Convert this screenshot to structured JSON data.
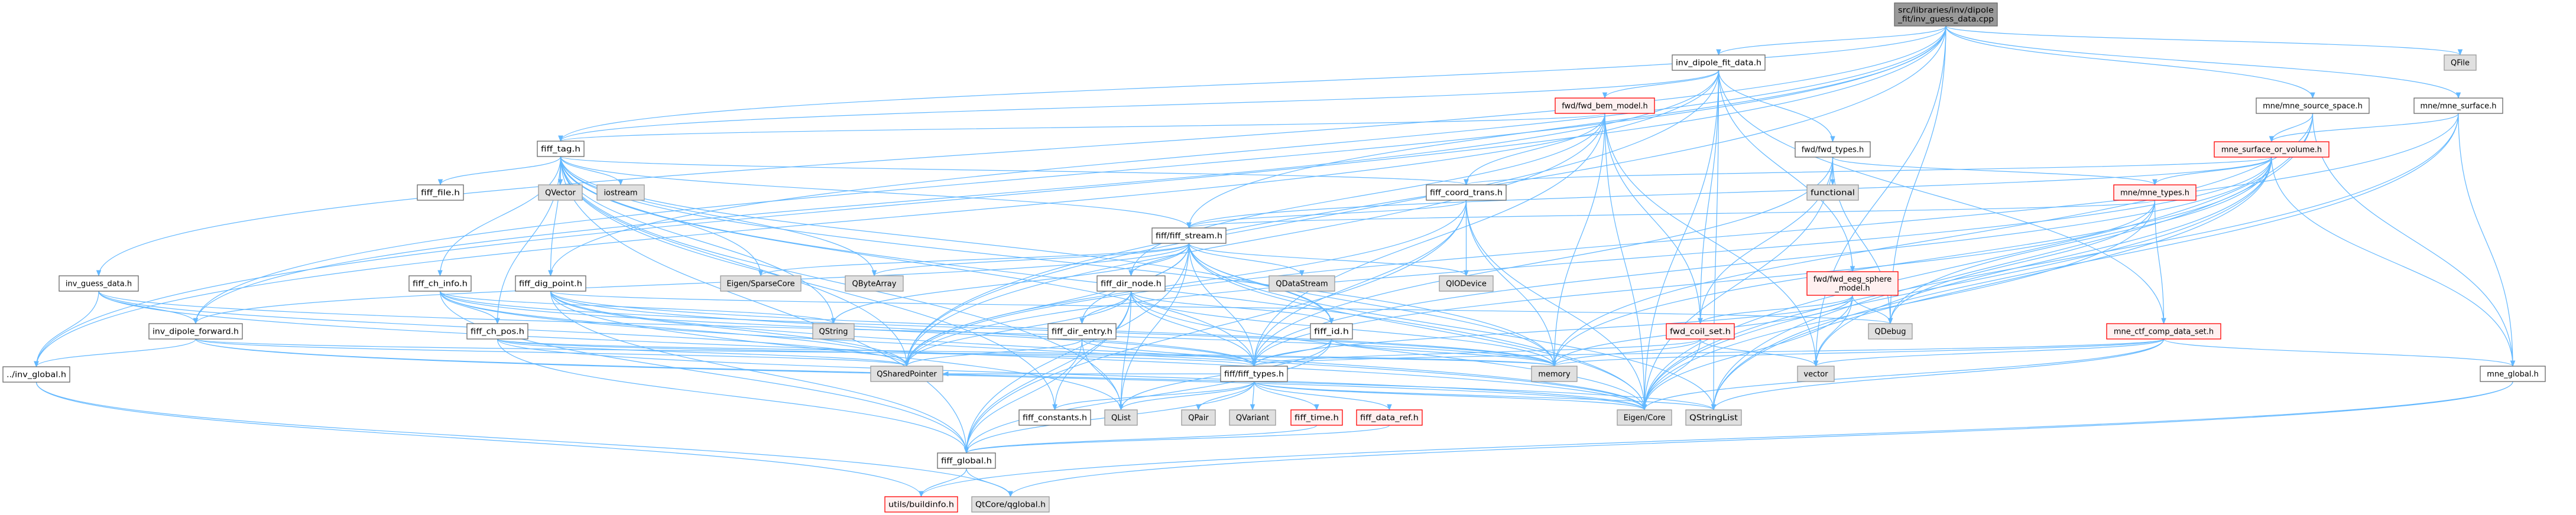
{
  "colors": {
    "edge": "#63b8ff",
    "file_fill": "#ffffff",
    "file_border": "#666666",
    "external_fill": "#e0e0e0",
    "external_border": "#999999",
    "missing_fill": "#fff0f0",
    "missing_border": "#ff0000",
    "root_fill": "#999999",
    "root_border": "#666666"
  },
  "nodes": [
    {
      "id": "root",
      "lines": [
        "src/libraries/inv/dipole",
        "_fit/inv_guess_data.cpp"
      ],
      "style": "root"
    },
    {
      "id": "inv_dipole_fit_data",
      "lines": [
        "inv_dipole_fit_data.h"
      ],
      "style": "file"
    },
    {
      "id": "fwd_bem_model",
      "lines": [
        "fwd/fwd_bem_model.h"
      ],
      "style": "missing"
    },
    {
      "id": "fwd_types",
      "lines": [
        "fwd/fwd_types.h"
      ],
      "style": "file"
    },
    {
      "id": "functional",
      "lines": [
        "functional"
      ],
      "style": "external"
    },
    {
      "id": "fiff_coord_trans",
      "lines": [
        "fiff_coord_trans.h"
      ],
      "style": "file"
    },
    {
      "id": "fiff_tag",
      "lines": [
        "fiff_tag.h"
      ],
      "style": "file"
    },
    {
      "id": "fiff_file",
      "lines": [
        "fiff_file.h"
      ],
      "style": "file"
    },
    {
      "id": "QVector",
      "lines": [
        "QVector"
      ],
      "style": "external"
    },
    {
      "id": "iostream",
      "lines": [
        "iostream"
      ],
      "style": "external"
    },
    {
      "id": "inv_guess_data",
      "lines": [
        "inv_guess_data.h"
      ],
      "style": "file"
    },
    {
      "id": "inv_dipole_forward",
      "lines": [
        "inv_dipole_forward.h"
      ],
      "style": "file"
    },
    {
      "id": "inv_global",
      "lines": [
        "../inv_global.h"
      ],
      "style": "file"
    },
    {
      "id": "fiff_ch_info",
      "lines": [
        "fiff_ch_info.h"
      ],
      "style": "file"
    },
    {
      "id": "fiff_dig_point",
      "lines": [
        "fiff_dig_point.h"
      ],
      "style": "file"
    },
    {
      "id": "fiff_ch_pos",
      "lines": [
        "fiff_ch_pos.h"
      ],
      "style": "file"
    },
    {
      "id": "fiff_stream",
      "lines": [
        "fiff/fiff_stream.h"
      ],
      "style": "file"
    },
    {
      "id": "Eigen_SparseCore",
      "lines": [
        "Eigen/SparseCore"
      ],
      "style": "external"
    },
    {
      "id": "QByteArray",
      "lines": [
        "QByteArray"
      ],
      "style": "external"
    },
    {
      "id": "fiff_dir_node",
      "lines": [
        "fiff_dir_node.h"
      ],
      "style": "file"
    },
    {
      "id": "QDataStream",
      "lines": [
        "QDataStream"
      ],
      "style": "external"
    },
    {
      "id": "QIODevice",
      "lines": [
        "QIODevice"
      ],
      "style": "external"
    },
    {
      "id": "QString",
      "lines": [
        "QString"
      ],
      "style": "external"
    },
    {
      "id": "fiff_dir_entry",
      "lines": [
        "fiff_dir_entry.h"
      ],
      "style": "file"
    },
    {
      "id": "fiff_id",
      "lines": [
        "fiff_id.h"
      ],
      "style": "file"
    },
    {
      "id": "fwd_eeg_sphere",
      "lines": [
        "fwd/fwd_eeg_sphere",
        "_model.h"
      ],
      "style": "missing"
    },
    {
      "id": "fwd_coil_set",
      "lines": [
        "fwd_coil_set.h"
      ],
      "style": "missing"
    },
    {
      "id": "QDebug",
      "lines": [
        "QDebug"
      ],
      "style": "external"
    },
    {
      "id": "QSharedPointer",
      "lines": [
        "QSharedPointer"
      ],
      "style": "external"
    },
    {
      "id": "fiff_types",
      "lines": [
        "fiff/fiff_types.h"
      ],
      "style": "file"
    },
    {
      "id": "memory",
      "lines": [
        "memory"
      ],
      "style": "external"
    },
    {
      "id": "vector",
      "lines": [
        "vector"
      ],
      "style": "external"
    },
    {
      "id": "fiff_constants",
      "lines": [
        "fiff_constants.h"
      ],
      "style": "file"
    },
    {
      "id": "QList",
      "lines": [
        "QList"
      ],
      "style": "external"
    },
    {
      "id": "QPair",
      "lines": [
        "QPair"
      ],
      "style": "external"
    },
    {
      "id": "QVariant",
      "lines": [
        "QVariant"
      ],
      "style": "external"
    },
    {
      "id": "fiff_time",
      "lines": [
        "fiff_time.h"
      ],
      "style": "missing"
    },
    {
      "id": "fiff_data_ref",
      "lines": [
        "fiff_data_ref.h"
      ],
      "style": "missing"
    },
    {
      "id": "Eigen_Core",
      "lines": [
        "Eigen/Core"
      ],
      "style": "external"
    },
    {
      "id": "QStringList",
      "lines": [
        "QStringList"
      ],
      "style": "external"
    },
    {
      "id": "fiff_global",
      "lines": [
        "fiff_global.h"
      ],
      "style": "file"
    },
    {
      "id": "buildinfo",
      "lines": [
        "utils/buildinfo.h"
      ],
      "style": "missing"
    },
    {
      "id": "qglobal",
      "lines": [
        "QtCore/qglobal.h"
      ],
      "style": "external"
    },
    {
      "id": "mne_source_space",
      "lines": [
        "mne/mne_source_space.h"
      ],
      "style": "file"
    },
    {
      "id": "mne_surface",
      "lines": [
        "mne/mne_surface.h"
      ],
      "style": "file"
    },
    {
      "id": "QFile",
      "lines": [
        "QFile"
      ],
      "style": "external"
    },
    {
      "id": "mne_surface_or_volume",
      "lines": [
        "mne_surface_or_volume.h"
      ],
      "style": "missing"
    },
    {
      "id": "mne_types",
      "lines": [
        "mne/mne_types.h"
      ],
      "style": "missing"
    },
    {
      "id": "mne_ctf_comp",
      "lines": [
        "mne_ctf_comp_data_set.h"
      ],
      "style": "missing"
    },
    {
      "id": "mne_global",
      "lines": [
        "mne_global.h"
      ],
      "style": "file"
    }
  ],
  "edges": [
    [
      "root",
      "inv_guess_data"
    ],
    [
      "root",
      "inv_dipole_forward"
    ],
    [
      "root",
      "inv_global"
    ],
    [
      "root",
      "fiff_tag"
    ],
    [
      "root",
      "fiff_stream"
    ],
    [
      "root",
      "inv_dipole_fit_data"
    ],
    [
      "root",
      "mne_source_space"
    ],
    [
      "root",
      "mne_surface"
    ],
    [
      "root",
      "QFile"
    ],
    [
      "root",
      "QDebug"
    ],
    [
      "root",
      "QSharedPointer"
    ],
    [
      "root",
      "fiff_dig_point"
    ],
    [
      "root",
      "vector"
    ],
    [
      "inv_dipole_fit_data",
      "fwd_bem_model"
    ],
    [
      "inv_dipole_fit_data",
      "fwd_types"
    ],
    [
      "inv_dipole_fit_data",
      "fwd_eeg_sphere"
    ],
    [
      "inv_dipole_fit_data",
      "fiff_tag"
    ],
    [
      "inv_dipole_fit_data",
      "inv_global"
    ],
    [
      "inv_dipole_fit_data",
      "Eigen_Core"
    ],
    [
      "inv_dipole_fit_data",
      "QSharedPointer"
    ],
    [
      "inv_dipole_fit_data",
      "fwd_coil_set"
    ],
    [
      "inv_dipole_fit_data",
      "mne_ctf_comp"
    ],
    [
      "inv_dipole_fit_data",
      "inv_dipole_forward"
    ],
    [
      "inv_dipole_fit_data",
      "QStringList"
    ],
    [
      "fwd_bem_model",
      "fiff_coord_trans"
    ],
    [
      "fwd_bem_model",
      "fiff_tag"
    ],
    [
      "fwd_bem_model",
      "fiff_dir_node"
    ],
    [
      "fwd_bem_model",
      "fwd_coil_set"
    ],
    [
      "fwd_bem_model",
      "memory"
    ],
    [
      "fwd_bem_model",
      "Eigen_Core"
    ],
    [
      "fwd_bem_model",
      "vector"
    ],
    [
      "fwd_bem_model",
      "QSharedPointer"
    ],
    [
      "fwd_bem_model",
      "fiff_types"
    ],
    [
      "fwd_types",
      "functional"
    ],
    [
      "fwd_types",
      "mne_types"
    ],
    [
      "fwd_types",
      "fiff_types"
    ],
    [
      "fwd_types",
      "fwd_coil_set"
    ],
    [
      "fwd_types",
      "QDebug"
    ],
    [
      "fwd_types",
      "Eigen_Core"
    ],
    [
      "fwd_eeg_sphere",
      "fwd_coil_set"
    ],
    [
      "fwd_eeg_sphere",
      "QDebug"
    ],
    [
      "fwd_eeg_sphere",
      "vector"
    ],
    [
      "fwd_eeg_sphere",
      "memory"
    ],
    [
      "fwd_eeg_sphere",
      "Eigen_Core"
    ],
    [
      "fwd_eeg_sphere",
      "fiff_types"
    ],
    [
      "fwd_coil_set",
      "fiff_types"
    ],
    [
      "fwd_coil_set",
      "memory"
    ],
    [
      "fwd_coil_set",
      "vector"
    ],
    [
      "fwd_coil_set",
      "Eigen_Core"
    ],
    [
      "inv_guess_data",
      "inv_dipole_forward"
    ],
    [
      "inv_guess_data",
      "inv_global"
    ],
    [
      "inv_guess_data",
      "QSharedPointer"
    ],
    [
      "inv_guess_data",
      "Eigen_Core"
    ],
    [
      "inv_guess_data",
      "memory"
    ],
    [
      "inv_dipole_forward",
      "inv_global"
    ],
    [
      "inv_dipole_forward",
      "Eigen_Core"
    ],
    [
      "inv_dipole_forward",
      "QSharedPointer"
    ],
    [
      "inv_dipole_forward",
      "memory"
    ],
    [
      "inv_dipole_forward",
      "QStringList"
    ],
    [
      "inv_global",
      "buildinfo"
    ],
    [
      "inv_global",
      "qglobal"
    ],
    [
      "fiff_tag",
      "fiff_file"
    ],
    [
      "fiff_tag",
      "QVector"
    ],
    [
      "fiff_tag",
      "iostream"
    ],
    [
      "fiff_tag",
      "fiff_ch_info"
    ],
    [
      "fiff_tag",
      "fiff_dig_point"
    ],
    [
      "fiff_tag",
      "fiff_ch_pos"
    ],
    [
      "fiff_tag",
      "fiff_id"
    ],
    [
      "fiff_tag",
      "fiff_coord_trans"
    ],
    [
      "fiff_tag",
      "fiff_types"
    ],
    [
      "fiff_tag",
      "fiff_global"
    ],
    [
      "fiff_tag",
      "Eigen_SparseCore"
    ],
    [
      "fiff_tag",
      "QByteArray"
    ],
    [
      "fiff_tag",
      "QString"
    ],
    [
      "fiff_tag",
      "QSharedPointer"
    ],
    [
      "fiff_tag",
      "QList"
    ],
    [
      "fiff_tag",
      "memory"
    ],
    [
      "fiff_tag",
      "Eigen_Core"
    ],
    [
      "fiff_tag",
      "fiff_stream"
    ],
    [
      "fiff_tag",
      "fiff_constants"
    ],
    [
      "fiff_ch_info",
      "fiff_ch_pos"
    ],
    [
      "fiff_ch_info",
      "fiff_types"
    ],
    [
      "fiff_ch_info",
      "fiff_global"
    ],
    [
      "fiff_ch_info",
      "QString"
    ],
    [
      "fiff_ch_info",
      "QSharedPointer"
    ],
    [
      "fiff_ch_info",
      "Eigen_Core"
    ],
    [
      "fiff_ch_info",
      "memory"
    ],
    [
      "fiff_ch_pos",
      "fiff_types"
    ],
    [
      "fiff_ch_pos",
      "fiff_global"
    ],
    [
      "fiff_ch_pos",
      "QSharedPointer"
    ],
    [
      "fiff_ch_pos",
      "Eigen_Core"
    ],
    [
      "fiff_ch_pos",
      "memory"
    ],
    [
      "fiff_dig_point",
      "fiff_types"
    ],
    [
      "fiff_dig_point",
      "fiff_global"
    ],
    [
      "fiff_dig_point",
      "QSharedPointer"
    ],
    [
      "fiff_dig_point",
      "QList"
    ],
    [
      "fiff_dig_point",
      "Eigen_Core"
    ],
    [
      "fiff_dig_point",
      "QDebug"
    ],
    [
      "fiff_dig_point",
      "memory"
    ],
    [
      "fiff_coord_trans",
      "fiff_stream"
    ],
    [
      "fiff_coord_trans",
      "fiff_types"
    ],
    [
      "fiff_coord_trans",
      "fiff_global"
    ],
    [
      "fiff_coord_trans",
      "QSharedPointer"
    ],
    [
      "fiff_coord_trans",
      "Eigen_Core"
    ],
    [
      "fiff_coord_trans",
      "QIODevice"
    ],
    [
      "fiff_coord_trans",
      "memory"
    ],
    [
      "fiff_stream",
      "fiff_dir_node"
    ],
    [
      "fiff_stream",
      "fiff_dir_entry"
    ],
    [
      "fiff_stream",
      "fiff_id"
    ],
    [
      "fiff_stream",
      "fiff_types"
    ],
    [
      "fiff_stream",
      "fiff_global"
    ],
    [
      "fiff_stream",
      "QSharedPointer"
    ],
    [
      "fiff_stream",
      "QList"
    ],
    [
      "fiff_stream",
      "QString"
    ],
    [
      "fiff_stream",
      "QByteArray"
    ],
    [
      "fiff_stream",
      "QDataStream"
    ],
    [
      "fiff_stream",
      "QIODevice"
    ],
    [
      "fiff_stream",
      "Eigen_SparseCore"
    ],
    [
      "fiff_stream",
      "Eigen_Core"
    ],
    [
      "fiff_stream",
      "QStringList"
    ],
    [
      "fiff_stream",
      "memory"
    ],
    [
      "fiff_stream",
      "inv_dipole_forward"
    ],
    [
      "fiff_dir_node",
      "fiff_dir_entry"
    ],
    [
      "fiff_dir_node",
      "fiff_id"
    ],
    [
      "fiff_dir_node",
      "fiff_types"
    ],
    [
      "fiff_dir_node",
      "fiff_global"
    ],
    [
      "fiff_dir_node",
      "QSharedPointer"
    ],
    [
      "fiff_dir_node",
      "QList"
    ],
    [
      "fiff_dir_node",
      "fiff_constants"
    ],
    [
      "fiff_dir_node",
      "memory"
    ],
    [
      "fiff_dir_node",
      "Eigen_Core"
    ],
    [
      "fiff_dir_entry",
      "fiff_types"
    ],
    [
      "fiff_dir_entry",
      "fiff_global"
    ],
    [
      "fiff_dir_entry",
      "QSharedPointer"
    ],
    [
      "fiff_dir_entry",
      "QList"
    ],
    [
      "fiff_id",
      "fiff_types"
    ],
    [
      "fiff_id",
      "fiff_global"
    ],
    [
      "fiff_id",
      "memory"
    ],
    [
      "fiff_id",
      "QList"
    ],
    [
      "fiff_types",
      "fiff_constants"
    ],
    [
      "fiff_types",
      "QList"
    ],
    [
      "fiff_types",
      "QPair"
    ],
    [
      "fiff_types",
      "QVariant"
    ],
    [
      "fiff_types",
      "fiff_time"
    ],
    [
      "fiff_types",
      "fiff_data_ref"
    ],
    [
      "fiff_types",
      "Eigen_Core"
    ],
    [
      "fiff_types",
      "QStringList"
    ],
    [
      "fiff_types",
      "QSharedPointer"
    ],
    [
      "fiff_types",
      "fiff_global"
    ],
    [
      "fiff_time",
      "fiff_global"
    ],
    [
      "fiff_data_ref",
      "fiff_global"
    ],
    [
      "fiff_global",
      "buildinfo"
    ],
    [
      "fiff_global",
      "qglobal"
    ],
    [
      "mne_source_space",
      "mne_surface_or_volume"
    ],
    [
      "mne_source_space",
      "mne_global"
    ],
    [
      "mne_source_space",
      "Eigen_Core"
    ],
    [
      "mne_source_space",
      "QStringList"
    ],
    [
      "mne_source_space",
      "memory"
    ],
    [
      "mne_surface",
      "mne_surface_or_volume"
    ],
    [
      "mne_surface",
      "mne_global"
    ],
    [
      "mne_surface",
      "QSharedPointer"
    ],
    [
      "mne_surface",
      "Eigen_Core"
    ],
    [
      "mne_surface",
      "QStringList"
    ],
    [
      "mne_surface_or_volume",
      "mne_types"
    ],
    [
      "mne_surface_or_volume",
      "fiff_coord_trans"
    ],
    [
      "mne_surface_or_volume",
      "mne_global"
    ],
    [
      "mne_surface_or_volume",
      "fiff_stream"
    ],
    [
      "mne_surface_or_volume",
      "QDebug"
    ],
    [
      "mne_surface_or_volume",
      "vector"
    ],
    [
      "mne_surface_or_volume",
      "memory"
    ],
    [
      "mne_surface_or_volume",
      "Eigen_Core"
    ],
    [
      "mne_surface_or_volume",
      "QSharedPointer"
    ],
    [
      "mne_surface_or_volume",
      "QStringList"
    ],
    [
      "mne_surface_or_volume",
      "fiff_types"
    ],
    [
      "mne_types",
      "mne_ctf_comp"
    ],
    [
      "mne_types",
      "fiff_stream"
    ],
    [
      "mne_types",
      "QDebug"
    ],
    [
      "mne_types",
      "Eigen_Core"
    ],
    [
      "mne_types",
      "fiff_types"
    ],
    [
      "mne_ctf_comp",
      "mne_global"
    ],
    [
      "mne_ctf_comp",
      "fiff_types"
    ],
    [
      "mne_ctf_comp",
      "Eigen_Core"
    ],
    [
      "mne_ctf_comp",
      "memory"
    ],
    [
      "mne_ctf_comp",
      "QStringList"
    ],
    [
      "mne_ctf_comp",
      "vector"
    ],
    [
      "mne_global",
      "buildinfo"
    ],
    [
      "mne_global",
      "qglobal"
    ]
  ]
}
